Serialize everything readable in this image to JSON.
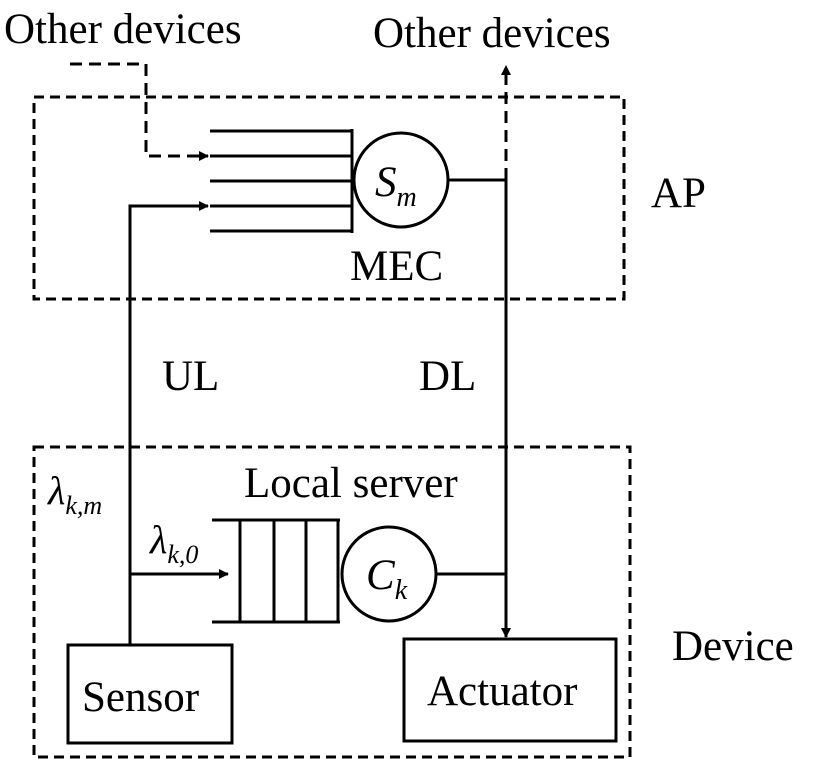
{
  "labels": {
    "other_devices_left": "Other devices",
    "other_devices_right": "Other devices",
    "ap": "AP",
    "mec": "MEC",
    "ul": "UL",
    "dl": "DL",
    "local_server": "Local server",
    "device": "Device",
    "sensor": "Sensor",
    "actuator": "Actuator"
  },
  "math": {
    "s_m": {
      "main": "S",
      "sub": "m"
    },
    "c_k": {
      "main": "C",
      "sub": "k"
    },
    "lambda_km": {
      "main": "λ",
      "sub": "k,m"
    },
    "lambda_k0": {
      "main": "λ",
      "sub": "k,0"
    }
  },
  "colors": {
    "line": "#000000",
    "background": "#ffffff"
  }
}
